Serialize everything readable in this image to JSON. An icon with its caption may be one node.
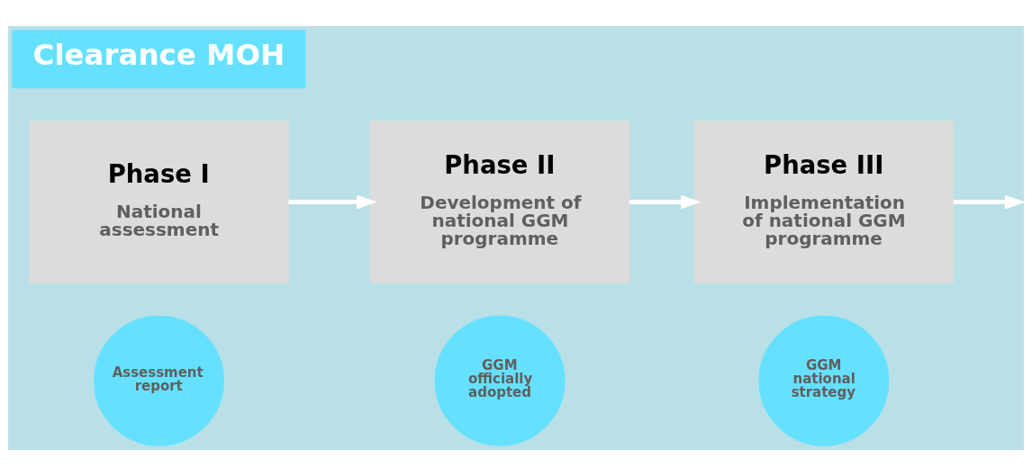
{
  "diagram": {
    "nodes": [
      {
        "text": [
          "Clearance MOH"
        ]
      },
      {
        "text": [
          "Phase I",
          "National assessment"
        ]
      },
      {
        "text": [
          "Assessment report"
        ]
      },
      {
        "text": [
          "Phase II",
          "Development of national GGM programme"
        ]
      },
      {
        "text": [
          "GGM officially adopted"
        ]
      },
      {
        "text": [
          "Phase III",
          "Implementation of national GGM programme"
        ]
      },
      {
        "text": [
          "GGM national strategy"
        ]
      }
    ],
    "edges": [
      {
        "from": 1,
        "to": 3,
        "arrow": "to"
      },
      {
        "from": 3,
        "to": 5,
        "arrow": "to"
      },
      {
        "from": 5,
        "to": null,
        "arrow": "to"
      }
    ]
  }
}
